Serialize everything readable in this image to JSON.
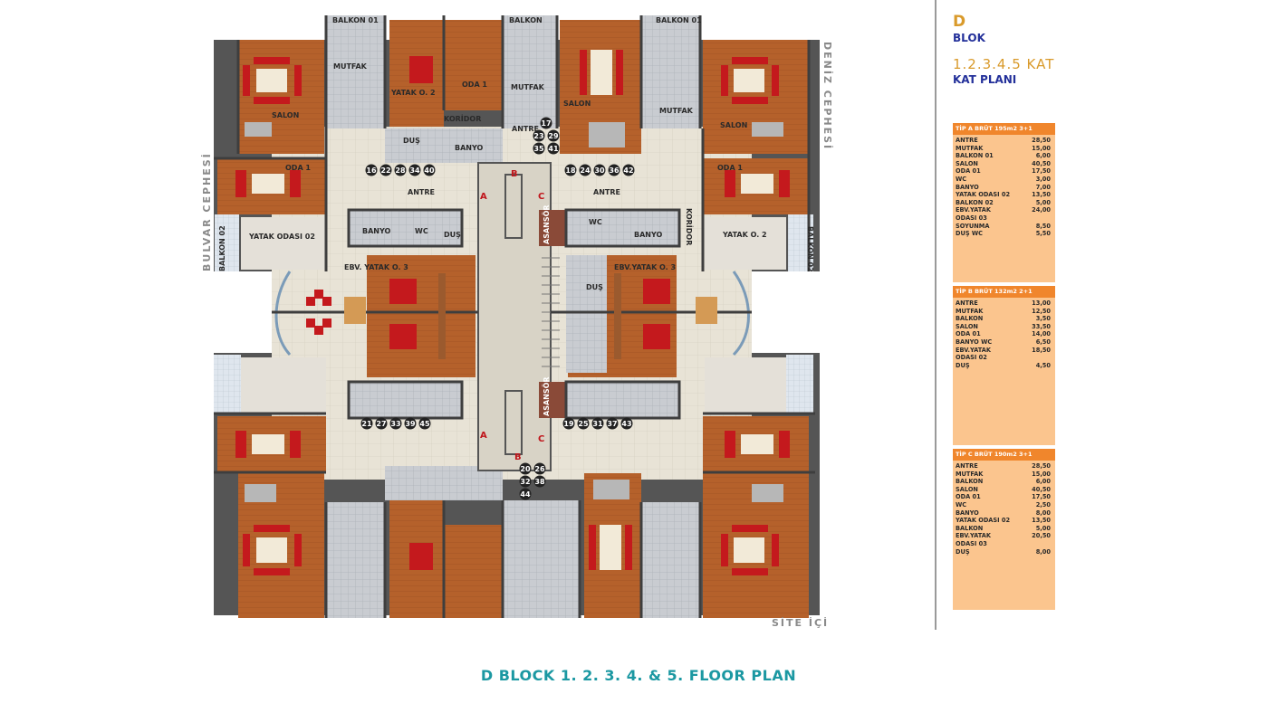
{
  "block": {
    "letter": "D",
    "name": "BLOK",
    "floors": "1.2.3.4.5 KAT",
    "plan": "KAT PLANI"
  },
  "caption": "D BLOCK 1. 2. 3. 4. & 5. FLOOR PLAN",
  "facades": {
    "north": "DENİZ CEPHESİ",
    "west": "BULVAR CEPHESİ",
    "south": "SİTE İÇİ"
  },
  "tips": [
    {
      "header": "TİP A  BRÜT 195m2  3+1",
      "rows": [
        [
          "ANTRE",
          "28,50"
        ],
        [
          "MUTFAK",
          "15,00"
        ],
        [
          "BALKON 01",
          "6,00"
        ],
        [
          "SALON",
          "40,50"
        ],
        [
          "ODA 01",
          "17,50"
        ],
        [
          "WC",
          "3,00"
        ],
        [
          "BANYO",
          "7,00"
        ],
        [
          "YATAK ODASI 02",
          "13,50"
        ],
        [
          "BALKON 02",
          "5,00"
        ],
        [
          "EBV.YATAK",
          "24,00"
        ],
        [
          "ODASI 03",
          ""
        ],
        [
          "SOYUNMA",
          "8,50"
        ],
        [
          "DUŞ WC",
          "5,50"
        ]
      ]
    },
    {
      "header": "TİP B  BRÜT 132m2  2+1",
      "rows": [
        [
          "ANTRE",
          "13,00"
        ],
        [
          "MUTFAK",
          "12,50"
        ],
        [
          "BALKON",
          "3,50"
        ],
        [
          "SALON",
          "33,50"
        ],
        [
          "ODA 01",
          "14,00"
        ],
        [
          "BANYO WC",
          "6,50"
        ],
        [
          "EBV.YATAK",
          "18,50"
        ],
        [
          " ODASI 02",
          ""
        ],
        [
          "DUŞ",
          "4,50"
        ]
      ]
    },
    {
      "header": "TİP C  BRÜT 190m2  3+1",
      "rows": [
        [
          "ANTRE",
          "28,50"
        ],
        [
          "MUTFAK",
          "15,00"
        ],
        [
          "BALKON",
          "6,00"
        ],
        [
          "SALON",
          "40,50"
        ],
        [
          "ODA 01",
          "17,50"
        ],
        [
          "WC",
          "2,50"
        ],
        [
          "BANYO",
          "8,00"
        ],
        [
          "YATAK ODASI 02",
          "13,50"
        ],
        [
          "BALKON",
          "5,00"
        ],
        [
          "EBV.YATAK",
          "20,50"
        ],
        [
          " ODASI 03",
          ""
        ],
        [
          "DUŞ",
          "8,00"
        ]
      ]
    }
  ],
  "rooms": {
    "balkon01": "BALKON 01",
    "balkon": "BALKON",
    "balkon02": "BALKON 02",
    "mutfak": "MUTFAK",
    "salon": "SALON",
    "oda1_a": "ODA 1",
    "oda1_b": "ODA 1",
    "yatak_o2": "YATAK O. 2",
    "yatak_odasi02": "YATAK ODASI 02",
    "koridor": "KORİDOR",
    "antre": "ANTRE",
    "banyo": "BANYO",
    "wc": "WC",
    "dus": "DUŞ",
    "ebv": "EBV. YATAK O. 3",
    "ebv2": "EBV.YATAK O. 3",
    "asansor": "ASANSÖR"
  },
  "door_numbers": {
    "top_mid": [
      "17",
      "23",
      "29",
      "35",
      "41"
    ],
    "top_left": [
      "16",
      "22",
      "28",
      "34",
      "40"
    ],
    "top_right": [
      "18",
      "24",
      "30",
      "36",
      "42"
    ],
    "bot_left": [
      "21",
      "27",
      "33",
      "39",
      "45"
    ],
    "bot_right": [
      "19",
      "25",
      "31",
      "37",
      "43"
    ],
    "bot_mid": [
      "20",
      "26",
      "32",
      "38",
      "44"
    ]
  },
  "stair_letters": [
    "A",
    "B",
    "C"
  ],
  "colors": {
    "floor": "#b8642c",
    "tile": "#c7c9cd",
    "hall": "#e9e4d8",
    "wall": "#3e3e3e",
    "sofa": "#c4191d",
    "accent_orange": "#f0862c",
    "tip_bg": "#fbc58e",
    "blue_text": "#23309a",
    "caption": "#1b98a2"
  }
}
